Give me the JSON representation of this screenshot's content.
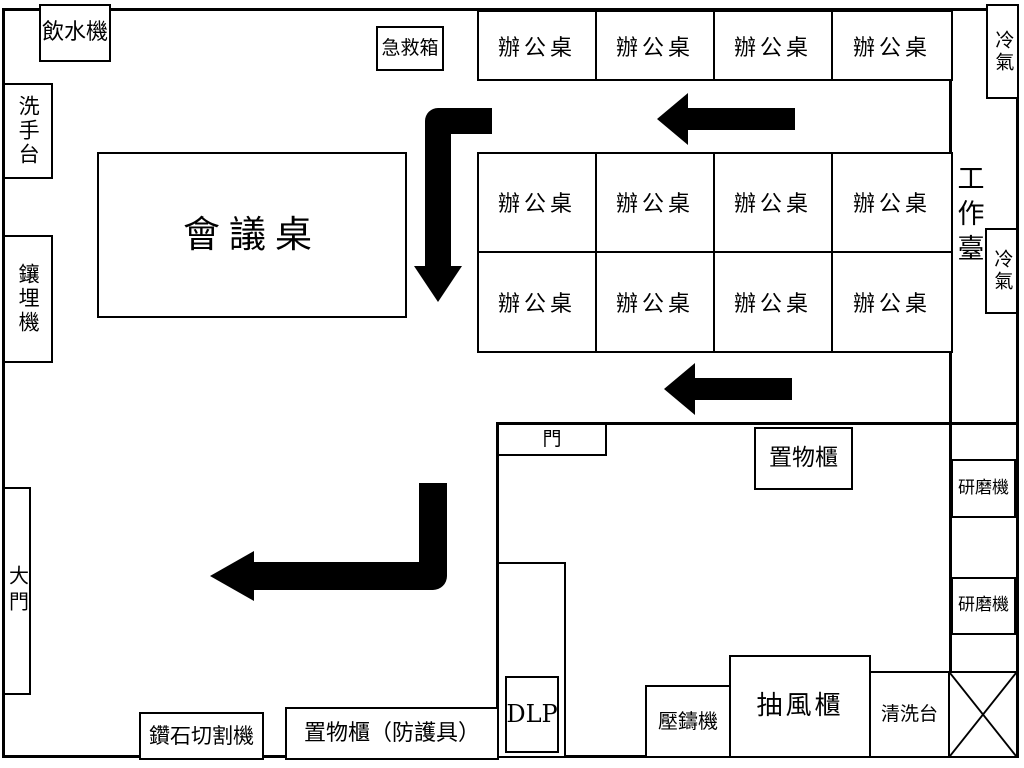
{
  "diagram": {
    "type": "floor-plan",
    "colors": {
      "line": "#000000",
      "background": "#ffffff"
    }
  },
  "labels": {
    "water_dispenser": "飲水機",
    "sink": "洗手台",
    "embedding_machine": "鑲埋機",
    "main_door": "大門",
    "conference_table": "會議桌",
    "first_aid_kit": "急救箱",
    "workbench": "工作臺",
    "air_conditioner_top": "冷氣",
    "air_conditioner_mid": "冷氣",
    "grinder_1": "研磨機",
    "grinder_2": "研磨機",
    "inner_door": "門",
    "storage_cabinet": "置物櫃",
    "dlp": "DLP",
    "die_casting_machine": "壓鑄機",
    "fume_hood": "抽風櫃",
    "cleaning_station": "清洗台",
    "diamond_cutting_machine": "鑽石切割機",
    "storage_cabinet_protective_gear": "置物櫃（防護具）"
  },
  "desks": {
    "top_row": [
      "辦公桌",
      "辦公桌",
      "辦公桌",
      "辦公桌"
    ],
    "middle_row_1": [
      "辦公桌",
      "辦公桌",
      "辦公桌",
      "辦公桌"
    ],
    "middle_row_2": [
      "辦公桌",
      "辦公桌",
      "辦公桌",
      "辦公桌"
    ]
  },
  "arrows": [
    {
      "id": "arrow-top",
      "direction": "left",
      "area": "between top desk row and middle desk block"
    },
    {
      "id": "arrow-elbow-top",
      "direction": "left-then-down",
      "area": "left of middle desk block"
    },
    {
      "id": "arrow-middle",
      "direction": "left",
      "area": "below middle desk block"
    },
    {
      "id": "arrow-elbow-bottom",
      "direction": "down-then-left",
      "area": "open floor toward main door"
    }
  ]
}
